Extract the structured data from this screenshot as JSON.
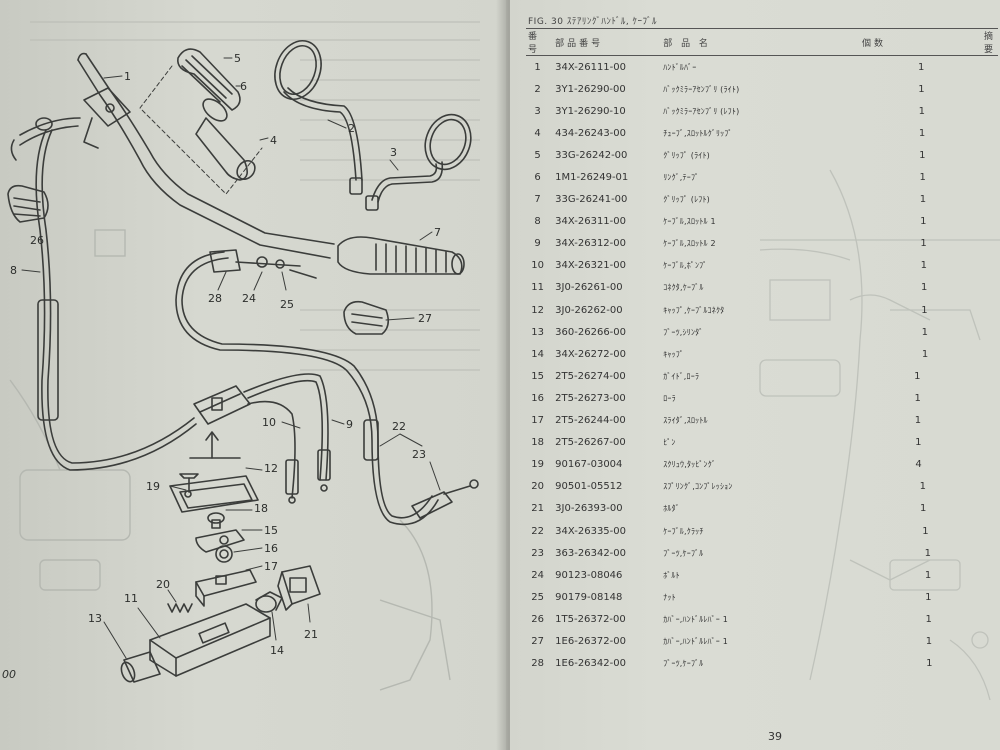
{
  "left_page": {
    "corner_mark": "00",
    "callouts": {
      "c1": "1",
      "c2": "2",
      "c3": "3",
      "c4": "4",
      "c5": "5",
      "c6": "6",
      "c7": "7",
      "c8": "8",
      "c9": "9",
      "c10": "10",
      "c11": "11",
      "c12": "12",
      "c13": "13",
      "c14": "14",
      "c15": "15",
      "c16": "16",
      "c17": "17",
      "c18": "18",
      "c19": "19",
      "c20": "20",
      "c21": "21",
      "c22": "22",
      "c23": "23",
      "c24": "24",
      "c25": "25",
      "c26": "26",
      "c27": "27",
      "c28": "28"
    }
  },
  "right_page": {
    "fig_title": "FIG. 30  ｽﾃｱﾘﾝｸﾞﾊﾝﾄﾞﾙ, ｹｰﾌﾞﾙ",
    "headers": {
      "no": "番号",
      "part_number": "部品番号",
      "name": "部 品 名",
      "qty": "個数",
      "remarks": "摘 要"
    },
    "rows": [
      {
        "no": "1",
        "pn": "34X-26111-00",
        "name": "ﾊﾝﾄﾞﾙﾊﾞｰ",
        "qty": "1"
      },
      {
        "no": "2",
        "pn": "3Y1-26290-00",
        "name": "ﾊﾞｯｸﾐﾗｰｱｾﾝﾌﾞﾘ (ﾗｲﾄ)",
        "qty": "1"
      },
      {
        "no": "3",
        "pn": "3Y1-26290-10",
        "name": "ﾊﾞｯｸﾐﾗｰｱｾﾝﾌﾞﾘ (ﾚﾌﾄ)",
        "qty": "1"
      },
      {
        "no": "4",
        "pn": "434-26243-00",
        "name": "ﾁｭｰﾌﾞ,ｽﾛｯﾄﾙｸﾞﾘｯﾌﾟ",
        "qty": "1"
      },
      {
        "no": "5",
        "pn": "33G-26242-00",
        "name": "ｸﾞﾘｯﾌﾟ (ﾗｲﾄ)",
        "qty": "1"
      },
      {
        "no": "6",
        "pn": "1M1-26249-01",
        "name": "ﾘﾝｸﾞ,ﾃｰﾌﾟ",
        "qty": "1"
      },
      {
        "no": "7",
        "pn": "33G-26241-00",
        "name": "ｸﾞﾘｯﾌﾟ (ﾚﾌﾄ)",
        "qty": "1"
      },
      {
        "no": "8",
        "pn": "34X-26311-00",
        "name": "ｹｰﾌﾞﾙ,ｽﾛｯﾄﾙ 1",
        "qty": "1"
      },
      {
        "no": "9",
        "pn": "34X-26312-00",
        "name": "ｹｰﾌﾞﾙ,ｽﾛｯﾄﾙ 2",
        "qty": "1"
      },
      {
        "no": "10",
        "pn": "34X-26321-00",
        "name": "ｹｰﾌﾞﾙ,ﾎﾟﾝﾌﾟ",
        "qty": "1"
      },
      {
        "no": "11",
        "pn": "3J0-26261-00",
        "name": "ｺﾈｸﾀ,ｹｰﾌﾞﾙ",
        "qty": "1"
      },
      {
        "no": "12",
        "pn": "3J0-26262-00",
        "name": "ｷｬｯﾌﾟ,ｹｰﾌﾞﾙｺﾈｸﾀ",
        "qty": "1"
      },
      {
        "no": "13",
        "pn": "360-26266-00",
        "name": "ﾌﾞｰﾂ,ｼﾘﾝﾀﾞ",
        "qty": "1"
      },
      {
        "no": "14",
        "pn": "34X-26272-00",
        "name": "ｷｬｯﾌﾟ",
        "qty": "1"
      },
      {
        "no": "15",
        "pn": "2T5-26274-00",
        "name": "ｶﾞｲﾄﾞ,ﾛｰﾗ",
        "qty": "1"
      },
      {
        "no": "16",
        "pn": "2T5-26273-00",
        "name": "ﾛｰﾗ",
        "qty": "1"
      },
      {
        "no": "17",
        "pn": "2T5-26244-00",
        "name": "ｽﾗｲﾀﾞ,ｽﾛｯﾄﾙ",
        "qty": "1"
      },
      {
        "no": "18",
        "pn": "2T5-26267-00",
        "name": "ﾋﾟﾝ",
        "qty": "1"
      },
      {
        "no": "19",
        "pn": "90167-03004",
        "name": "ｽｸﾘｭｳ,ﾀｯﾋﾟﾝｸﾞ",
        "qty": "4"
      },
      {
        "no": "20",
        "pn": "90501-05512",
        "name": "ｽﾌﾟﾘﾝｸﾞ,ｺﾝﾌﾟﾚｯｼｮﾝ",
        "qty": "1"
      },
      {
        "no": "21",
        "pn": "3J0-26393-00",
        "name": "ﾎﾙﾀﾞ",
        "qty": "1"
      },
      {
        "no": "22",
        "pn": "34X-26335-00",
        "name": "ｹｰﾌﾞﾙ,ｸﾗｯﾁ",
        "qty": "1"
      },
      {
        "no": "23",
        "pn": "363-26342-00",
        "name": "ﾌﾞｰﾂ,ｹｰﾌﾞﾙ",
        "qty": "1"
      },
      {
        "no": "24",
        "pn": "90123-08046",
        "name": "ﾎﾞﾙﾄ",
        "qty": "1"
      },
      {
        "no": "25",
        "pn": "90179-08148",
        "name": "ﾅｯﾄ",
        "qty": "1"
      },
      {
        "no": "26",
        "pn": "1T5-26372-00",
        "name": "ｶﾊﾞｰ,ﾊﾝﾄﾞﾙﾚﾊﾞｰ 1",
        "qty": "1"
      },
      {
        "no": "27",
        "pn": "1E6-26372-00",
        "name": "ｶﾊﾞｰ,ﾊﾝﾄﾞﾙﾚﾊﾞｰ 1",
        "qty": "1"
      },
      {
        "no": "28",
        "pn": "1E6-26342-00",
        "name": "ﾌﾞｰﾂ,ｹｰﾌﾞﾙ",
        "qty": "1"
      }
    ],
    "page_number": "39"
  }
}
